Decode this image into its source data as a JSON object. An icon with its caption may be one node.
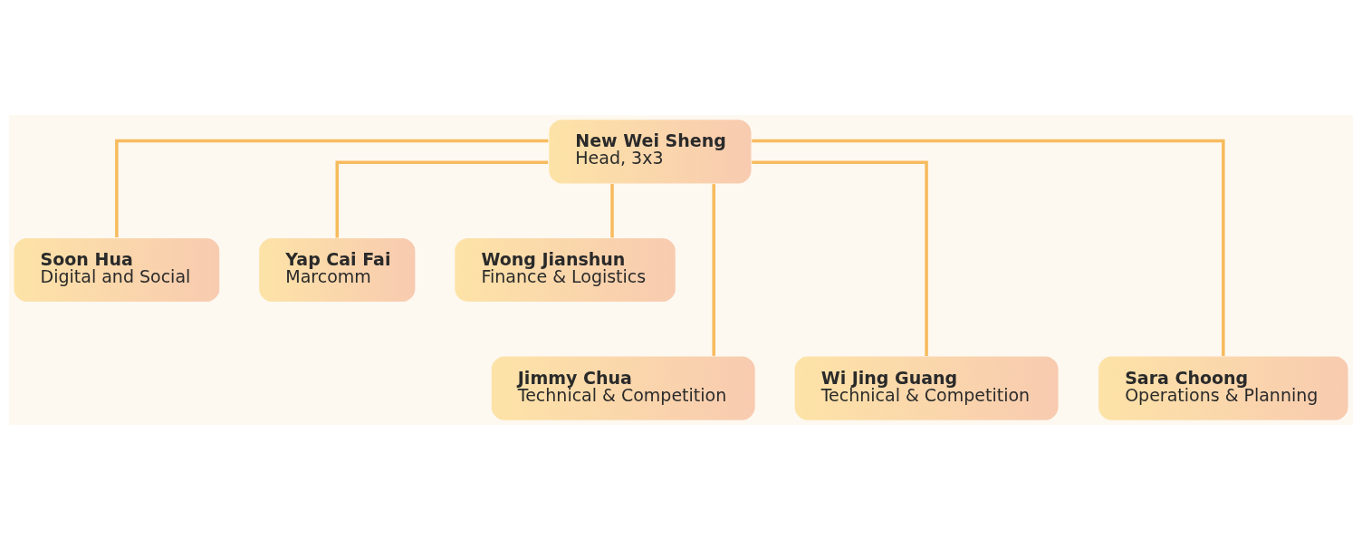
{
  "diagram": {
    "nodes": [
      {
        "text": [
          "New Wei Sheng",
          "Head, 3x3"
        ]
      },
      {
        "text": [
          "Soon Hua",
          "Digital and Social"
        ]
      },
      {
        "text": [
          "Yap Cai Fai",
          "Marcomm"
        ]
      },
      {
        "text": [
          "Wong Jianshun",
          "Finance & Logistics"
        ]
      },
      {
        "text": [
          "Jimmy Chua",
          "Technical & Competition"
        ]
      },
      {
        "text": [
          "Wi Jing Guang",
          "Technical & Competition"
        ]
      },
      {
        "text": [
          "Sara Choong",
          "Operations & Planning"
        ]
      }
    ],
    "edges": [
      {
        "from": 0,
        "to": 1,
        "arrow": "none"
      },
      {
        "from": 0,
        "to": 4,
        "arrow": "none"
      },
      {
        "from": 0,
        "to": 2,
        "arrow": "none"
      },
      {
        "from": 0,
        "to": 5,
        "arrow": "none"
      },
      {
        "from": 0,
        "to": 6,
        "arrow": "none"
      },
      {
        "from": 0,
        "to": 3,
        "arrow": "none"
      }
    ]
  }
}
